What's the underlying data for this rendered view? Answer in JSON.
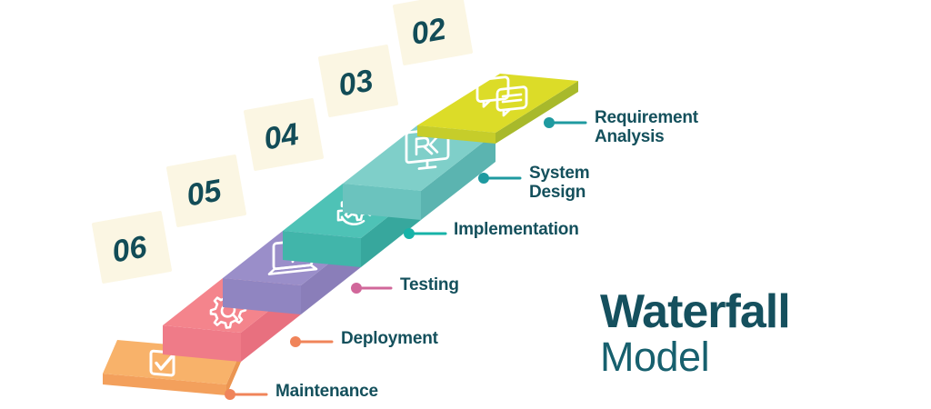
{
  "background": "#ffffff",
  "title": {
    "main": "Waterfall",
    "sub": "Model",
    "main_color": "#15505e",
    "sub_color": "#17606e"
  },
  "label_color": "#14505c",
  "badge_bg": "#fbf6e3",
  "badge_text_color": "#124c57",
  "steps": [
    {
      "number": "02",
      "label": "Requirement\nAnalysis",
      "icon": "chat-bubbles-icon",
      "top_color": "#dcdc28",
      "side_color": "#a8b92b",
      "front_color": "#c6cd2a",
      "connector_color": "#1f9aa0",
      "label_size": 19
    },
    {
      "number": "03",
      "label": "System\nDesign",
      "icon": "monitor-icon",
      "top_color": "#7fcfc9",
      "side_color": "#54b2ae",
      "front_color": "#6bc3be",
      "connector_color": "#1f9aa0",
      "label_size": 19
    },
    {
      "number": "04",
      "label": "Implementation",
      "icon": "gear-hand-icon",
      "top_color": "#4ec2b6",
      "side_color": "#31a89c",
      "front_color": "#41b5aa",
      "connector_color": "#17b3a8",
      "label_size": 19
    },
    {
      "number": "05",
      "label": "Testing",
      "icon": "laptop-upload-icon",
      "top_color": "#9a8ec9",
      "side_color": "#8175b5",
      "front_color": "#9085c1",
      "connector_color": "#d1679a",
      "label_size": 19
    },
    {
      "number": "06",
      "label": "Deployment",
      "icon": "gear-search-icon",
      "top_color": "#f4848c",
      "side_color": "#e26a7e",
      "front_color": "#ef7b88",
      "connector_color": "#f0845a",
      "label_size": 19
    },
    {
      "number": "",
      "label": "Maintenance",
      "icon": "check-box-icon",
      "top_color": "#f6a濃",
      "side_color": "#f3a05c",
      "front_color": "#f8b26a",
      "connector_color": "#f0845a",
      "label_size": 19
    }
  ],
  "badges": [
    {
      "text": "02"
    },
    {
      "text": "03"
    },
    {
      "text": "04"
    },
    {
      "text": "05"
    },
    {
      "text": "06"
    }
  ],
  "label_texts": {
    "requirement_analysis": "Requirement\nAnalysis",
    "system_design": "System\nDesign",
    "implementation": "Implementation",
    "testing": "Testing",
    "deployment": "Deployment",
    "maintenance": "Maintenance"
  }
}
